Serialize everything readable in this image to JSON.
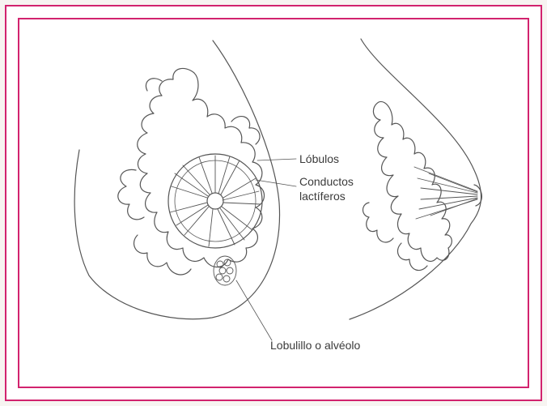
{
  "diagram": {
    "labels": {
      "lobules": "Lóbulos",
      "ducts_line1": "Conductos",
      "ducts_line2": "lactíferos",
      "alveolus": "Lobulillo o alvéolo"
    },
    "colors": {
      "frame": "#d2236e",
      "ink": "#555555",
      "background": "#ffffff"
    }
  }
}
